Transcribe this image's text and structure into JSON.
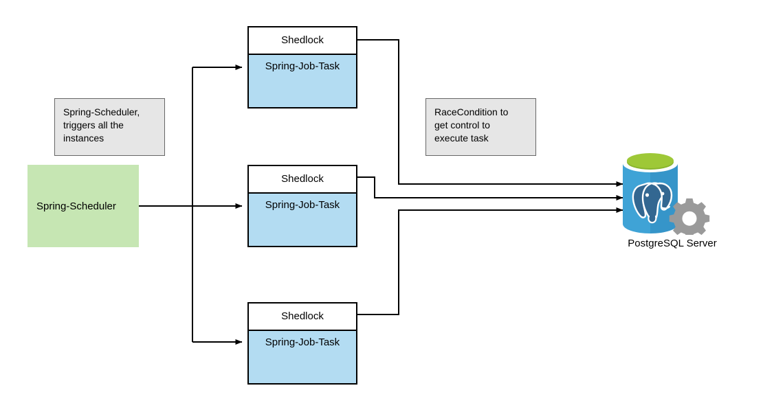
{
  "diagram": {
    "title": "Shedlock distributed scheduler diagram",
    "background": "#ffffff"
  },
  "colors": {
    "task_fill": "#b3dcf2",
    "lock_fill": "#ffffff",
    "note_fill": "#e6e6e6",
    "note_border": "#666666",
    "scheduler_fill": "#c6e6b3",
    "stroke": "#000000",
    "db_cylinder_light": "#3b9fd4",
    "db_cylinder_dark": "#3390c4",
    "db_top_green": "#9ec837",
    "db_top_green_dark": "#8ab52e",
    "db_elephant": "#336791",
    "db_gear": "#9a9a9a"
  },
  "scheduler": {
    "label": "Spring-Scheduler"
  },
  "notes": [
    {
      "name": "scheduler-note",
      "lines": [
        "Spring-Scheduler,",
        "triggers all the",
        "instances"
      ]
    },
    {
      "name": "race-condition-note",
      "lines": [
        "RaceCondition to",
        "get control to",
        "execute task"
      ]
    }
  ],
  "instances": [
    {
      "name": "instance-1",
      "lock_label": "Shedlock",
      "task_label": "Spring-Job-Task"
    },
    {
      "name": "instance-2",
      "lock_label": "Shedlock",
      "task_label": "Spring-Job-Task"
    },
    {
      "name": "instance-3",
      "lock_label": "Shedlock",
      "task_label": "Spring-Job-Task"
    }
  ],
  "database": {
    "caption": "PostgreSQL Server",
    "icon": "postgresql-database-cylinder-icon"
  },
  "connections": {
    "scheduler_to_instances": 3,
    "instances_to_database": 3
  }
}
